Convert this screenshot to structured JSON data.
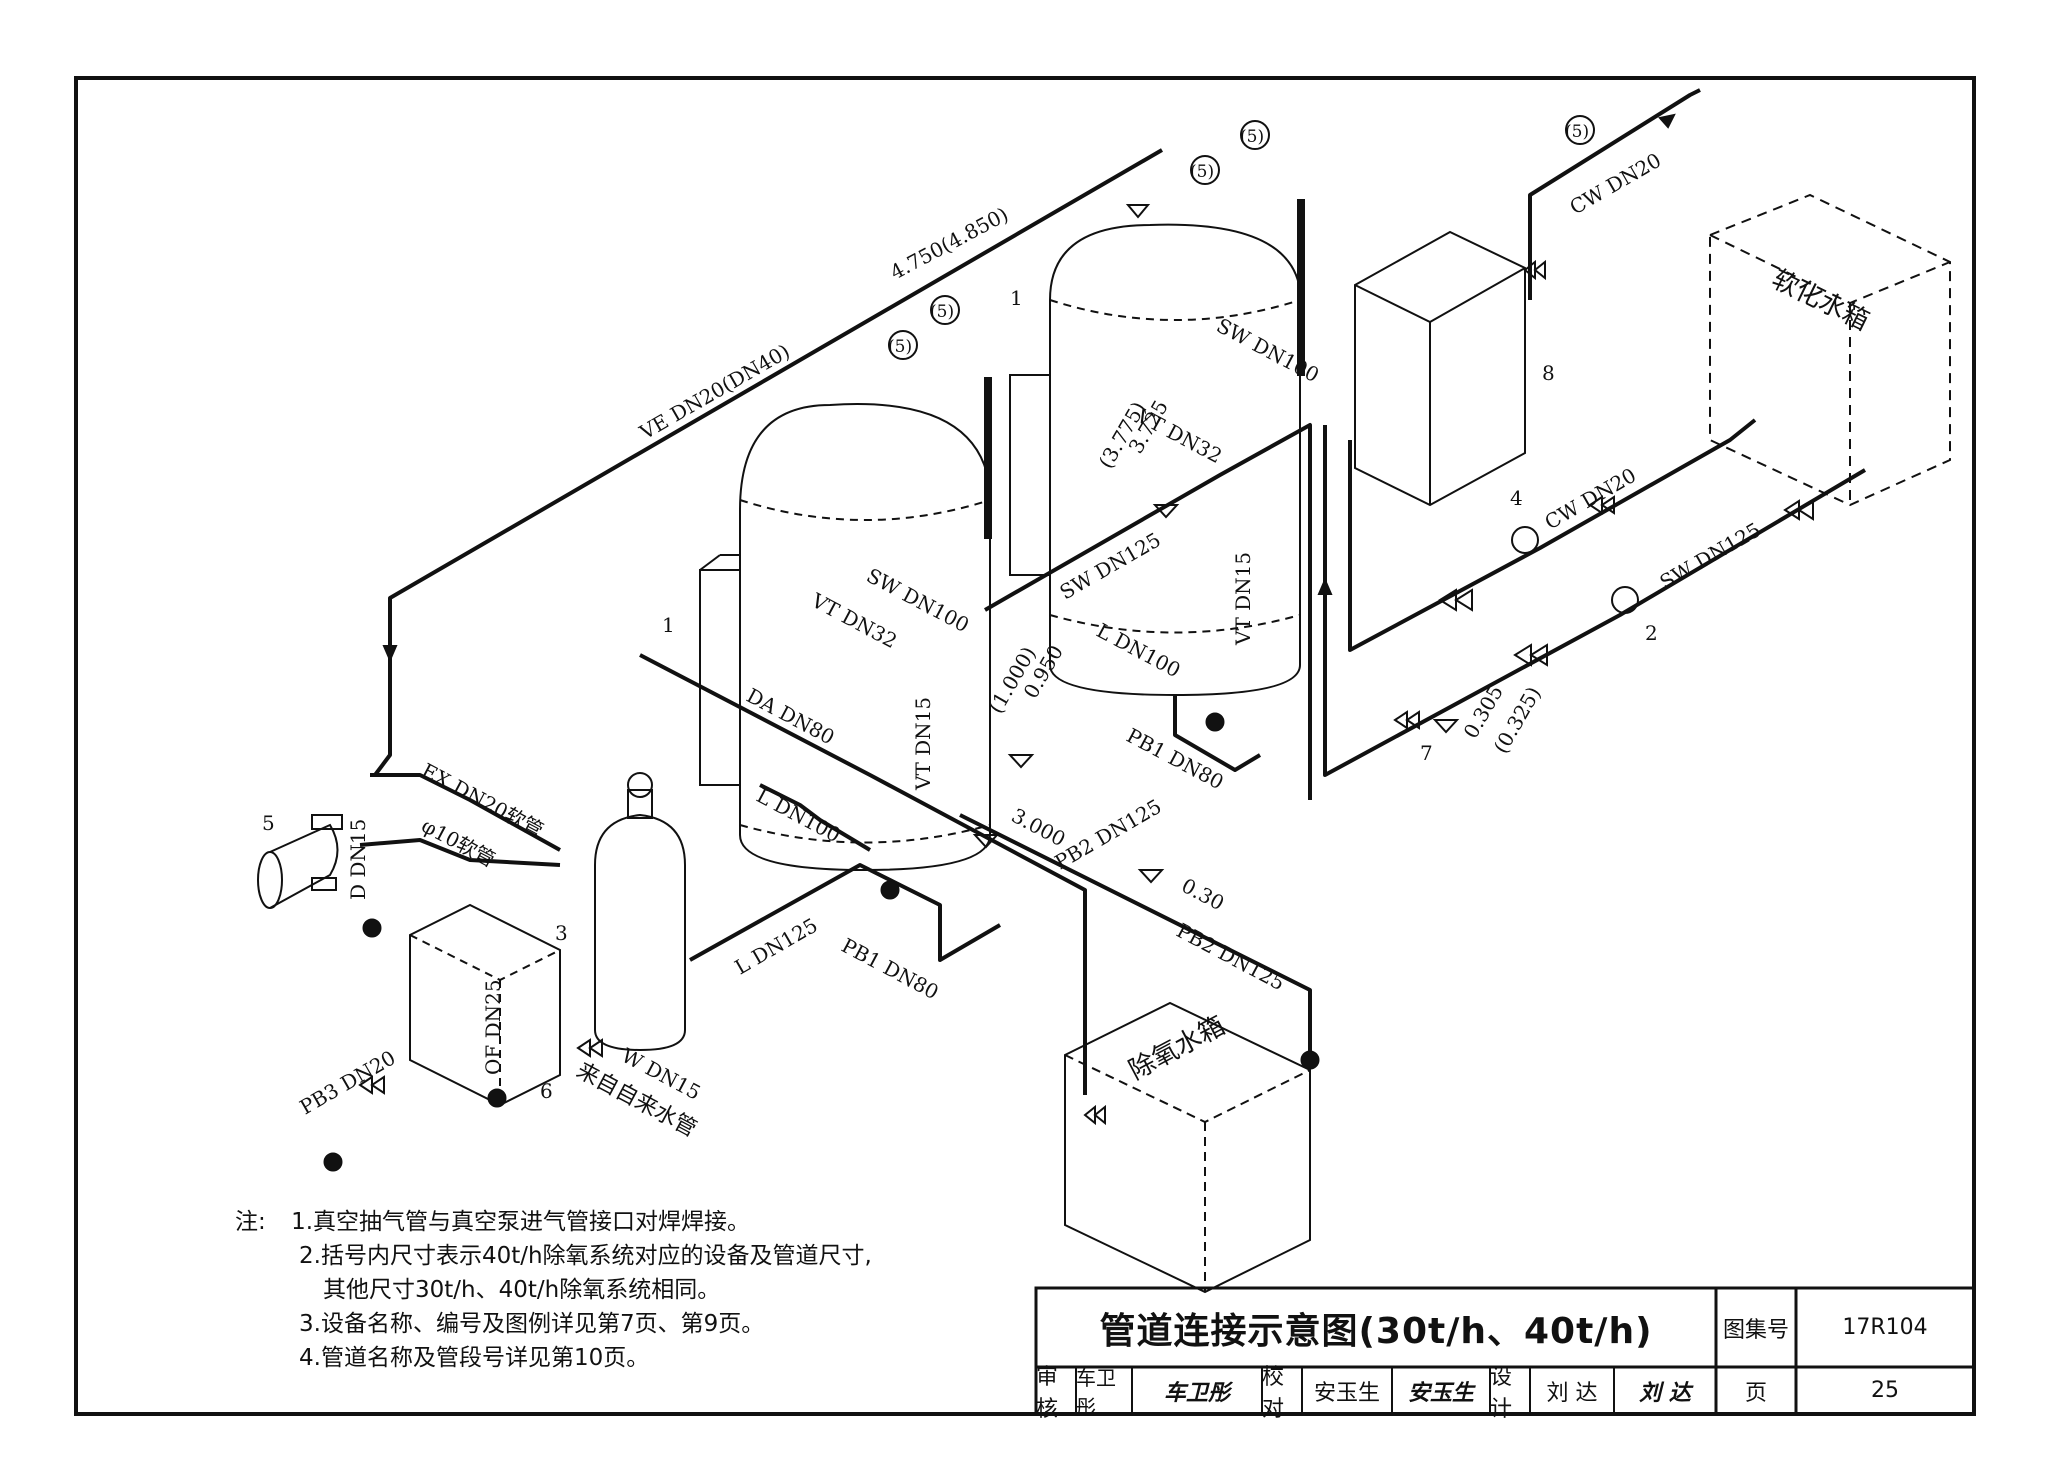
{
  "drawing": {
    "tank_label_1": "1",
    "tank_label_1b": "1",
    "label_2": "2",
    "label_3": "3",
    "label_4": "4",
    "label_5": "5",
    "label_6": "6",
    "label_7": "7",
    "label_8": "8",
    "soft_water_tank": "软化水箱",
    "deaerated_water_tank": "除氧水箱",
    "elev_top": "4.750(4.850)",
    "elev_vt_a": "(3.775)",
    "elev_vt_b": "3.725",
    "elev_mid_a": "(1.000)",
    "elev_mid_b": "0.950",
    "elev_pb2": "3.000",
    "elev_030": "0.30",
    "elev_0305": "0.305",
    "elev_0325": "(0.325)",
    "pipe_ve": "VE DN20(DN40)",
    "pipe_sw_dn100_r": "SW DN100",
    "pipe_vt_dn32_r": "VT DN32",
    "pipe_sw_dn125": "SW DN125",
    "pipe_vt_dn15_r": "VT DN15",
    "pipe_l_dn100_r": "L DN100",
    "pipe_pb1_dn80_r": "PB1 DN80",
    "pipe_sw_dn100_l": "SW DN100",
    "pipe_vt_dn32_l": "VT DN32",
    "pipe_vt_dn15_l": "VT DN15",
    "pipe_da_dn80": "DA DN80",
    "pipe_l_dn100_l": "L DN100",
    "pipe_pb2_dn125": "PB2 DN125",
    "pipe_pb2_dn125_b": "PB2 DN125",
    "pipe_l_dn125": "L DN125",
    "pipe_pb1_dn80_l": "PB1 DN80",
    "pipe_ex": "EX DN20软管",
    "pipe_phi10": "φ10软管",
    "pipe_d_dn15": "D DN15",
    "pipe_of_dn25": "OF DN25",
    "pipe_w_dn15": "W DN15",
    "pipe_from_tap": "来自自来水管",
    "pipe_pb3_dn20": "PB3 DN20",
    "pipe_cw_dn20_top": "CW DN20",
    "pipe_cw_dn20": "CW DN20",
    "pipe_sw_dn125_r": "SW DN125",
    "gauge_t1": "(5)",
    "gauge_t2": "(5)",
    "gauge_t3": "(5)",
    "gauge_t4": "(5)",
    "gauge_t5": "(5)"
  },
  "notes": {
    "prefix": "注:",
    "items": [
      "1.真空抽气管与真空泵进气管接口对焊焊接。",
      "2.括号内尺寸表示40t/h除氧系统对应的设备及管道尺寸,",
      "其他尺寸30t/h、40t/h除氧系统相同。",
      "3.设备名称、编号及图例详见第7页、第9页。",
      "4.管道名称及管段号详见第10页。"
    ]
  },
  "title_block": {
    "title": "管道连接示意图(30t/h、40t/h)",
    "atlas_label": "图集号",
    "atlas_no": "17R104",
    "review_label": "审核",
    "reviewer": "车卫彤",
    "check_label": "校对",
    "checker": "安玉生",
    "design_label": "设计",
    "designer": "刘 达",
    "page_label": "页",
    "page_no": "25"
  }
}
